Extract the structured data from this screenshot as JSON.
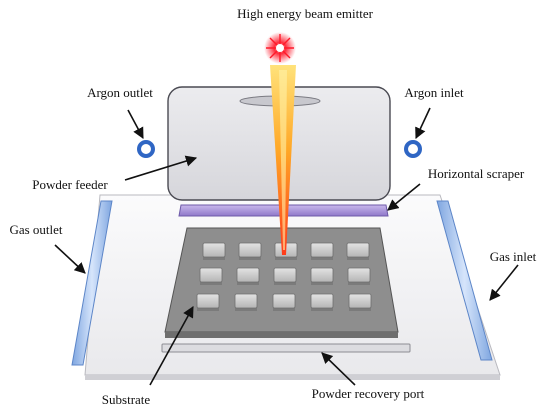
{
  "labels": {
    "emitter": "High energy beam emitter",
    "argon_outlet": "Argon outlet",
    "argon_inlet": "Argon inlet",
    "powder_feeder": "Powder feeder",
    "horizontal_scraper": "Horizontal scraper",
    "gas_outlet": "Gas outlet",
    "gas_inlet": "Gas inlet",
    "substrate": "Substrate",
    "powder_recovery_port": "Powder recovery port"
  },
  "colors": {
    "platform": "#f3f3f5",
    "feeder": "#e2e2e6",
    "substrate": "#8a8a8a",
    "blocks": "#c9c9c9",
    "gas_tube": "#a9c6ee",
    "argon_ring": "#2f66c4",
    "scraper": "#b39ddb",
    "beam_top": "#ffe27a",
    "beam_bottom": "#ff3b1a",
    "emitter_glow": "#ff1a2a"
  }
}
